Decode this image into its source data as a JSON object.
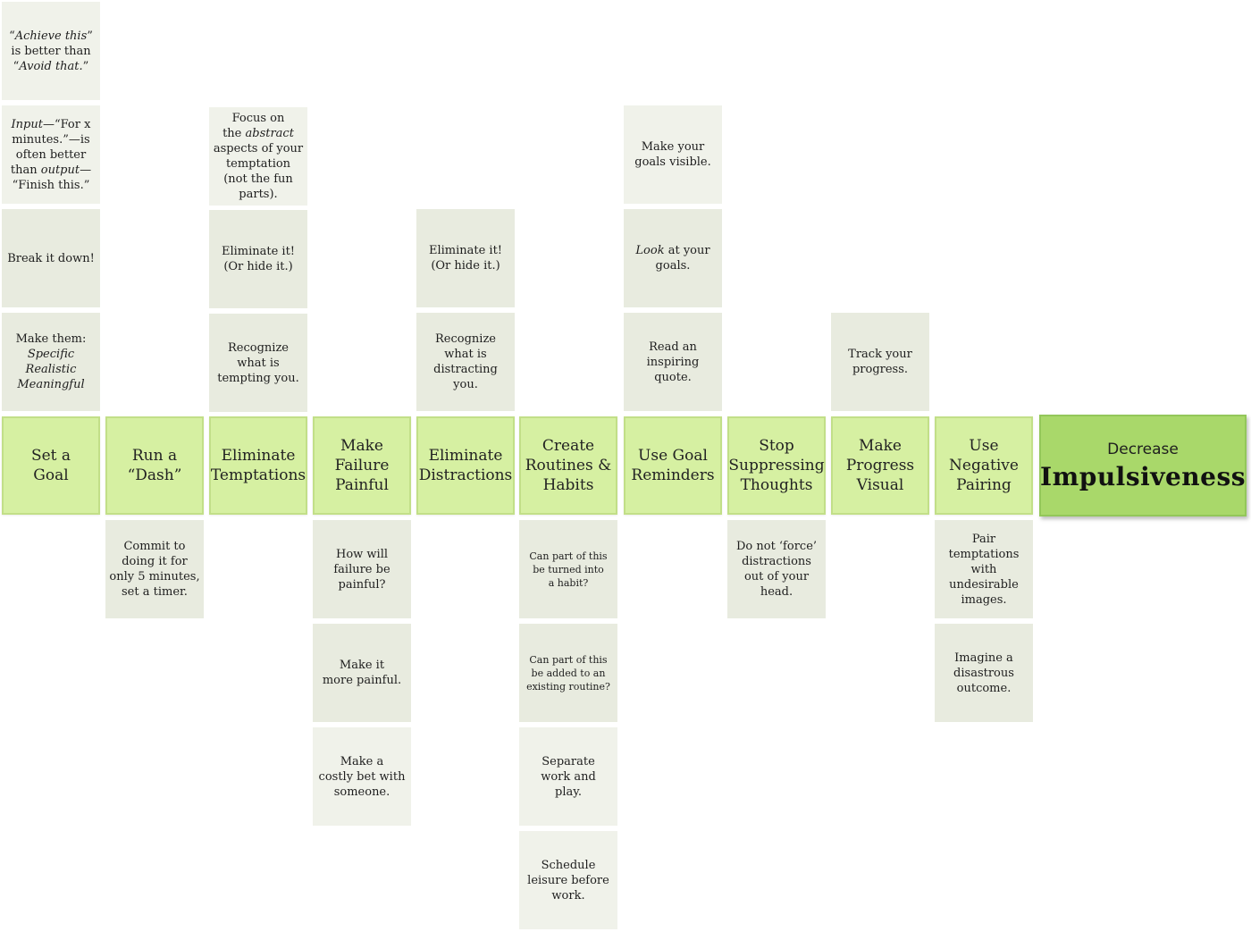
{
  "goal": {
    "prefix": "Decrease",
    "title": "Impulsiveness"
  },
  "strategies": [
    {
      "title": "Set a\nGoal"
    },
    {
      "title": "Run a\n“Dash”"
    },
    {
      "title": "Eliminate\nTemptations"
    },
    {
      "title": "Make Failure\nPainful"
    },
    {
      "title": "Eliminate\nDistractions"
    },
    {
      "title": "Create\nRoutines &\nHabits"
    },
    {
      "title": "Use Goal\nReminders"
    },
    {
      "title": "Stop\nSuppressing\nThoughts"
    },
    {
      "title": "Make\nProgress\nVisual"
    },
    {
      "title": "Use\nNegative\nPairing"
    }
  ],
  "notes": {
    "set_goal": {
      "achieve_1": "“",
      "achieve_2": "Achieve this",
      "achieve_3": "”\nis better than\n“",
      "achieve_4": "Avoid that.",
      "achieve_5": "”",
      "input_1": "Input",
      "input_2": "—“For x\nminutes.”—is\noften better\nthan ",
      "input_3": "output",
      "input_4": "—\n“Finish this.”",
      "break": "Break it down!",
      "make_1": "Make them:",
      "make_2": "Specific",
      "make_3": "Realistic",
      "make_4": "Meaningful"
    },
    "dash": {
      "commit": "Commit to\ndoing it for\nonly 5 minutes,\nset a timer."
    },
    "temptations": {
      "focus_1": "Focus on\nthe ",
      "focus_2": "abstract",
      "focus_3": "\naspects of your\ntemptation\n(not the fun parts).",
      "eliminate": "Eliminate it!\n(Or hide it.)",
      "recognize": "Recognize\nwhat is\ntempting you."
    },
    "failure": {
      "how": "How will\nfailure be\npainful?",
      "more": "Make it\nmore painful.",
      "bet": "Make a\ncostly bet with\nsomeone."
    },
    "distractions": {
      "eliminate": "Eliminate it!\n(Or hide it.)",
      "recognize": "Recognize\nwhat is\ndistracting you."
    },
    "routines": {
      "habit": "Can part of this\nbe turned into\na habit?",
      "routine": "Can part of this\nbe added to an\nexisting routine?",
      "separate": "Separate\nwork and\nplay.",
      "schedule": "Schedule\nleisure before\nwork."
    },
    "reminders": {
      "visible": "Make your\ngoals visible.",
      "look_1": "Look",
      "look_2": " at your\ngoals.",
      "quote": "Read an\ninspiring\nquote."
    },
    "suppressing": {
      "force": "Do not ‘force’\ndistractions\nout of your\nhead."
    },
    "progress": {
      "track": "Track your\nprogress."
    },
    "pairing": {
      "pair": "Pair temptations\nwith undesirable\nimages.",
      "imagine": "Imagine a\ndisastrous\noutcome."
    }
  }
}
